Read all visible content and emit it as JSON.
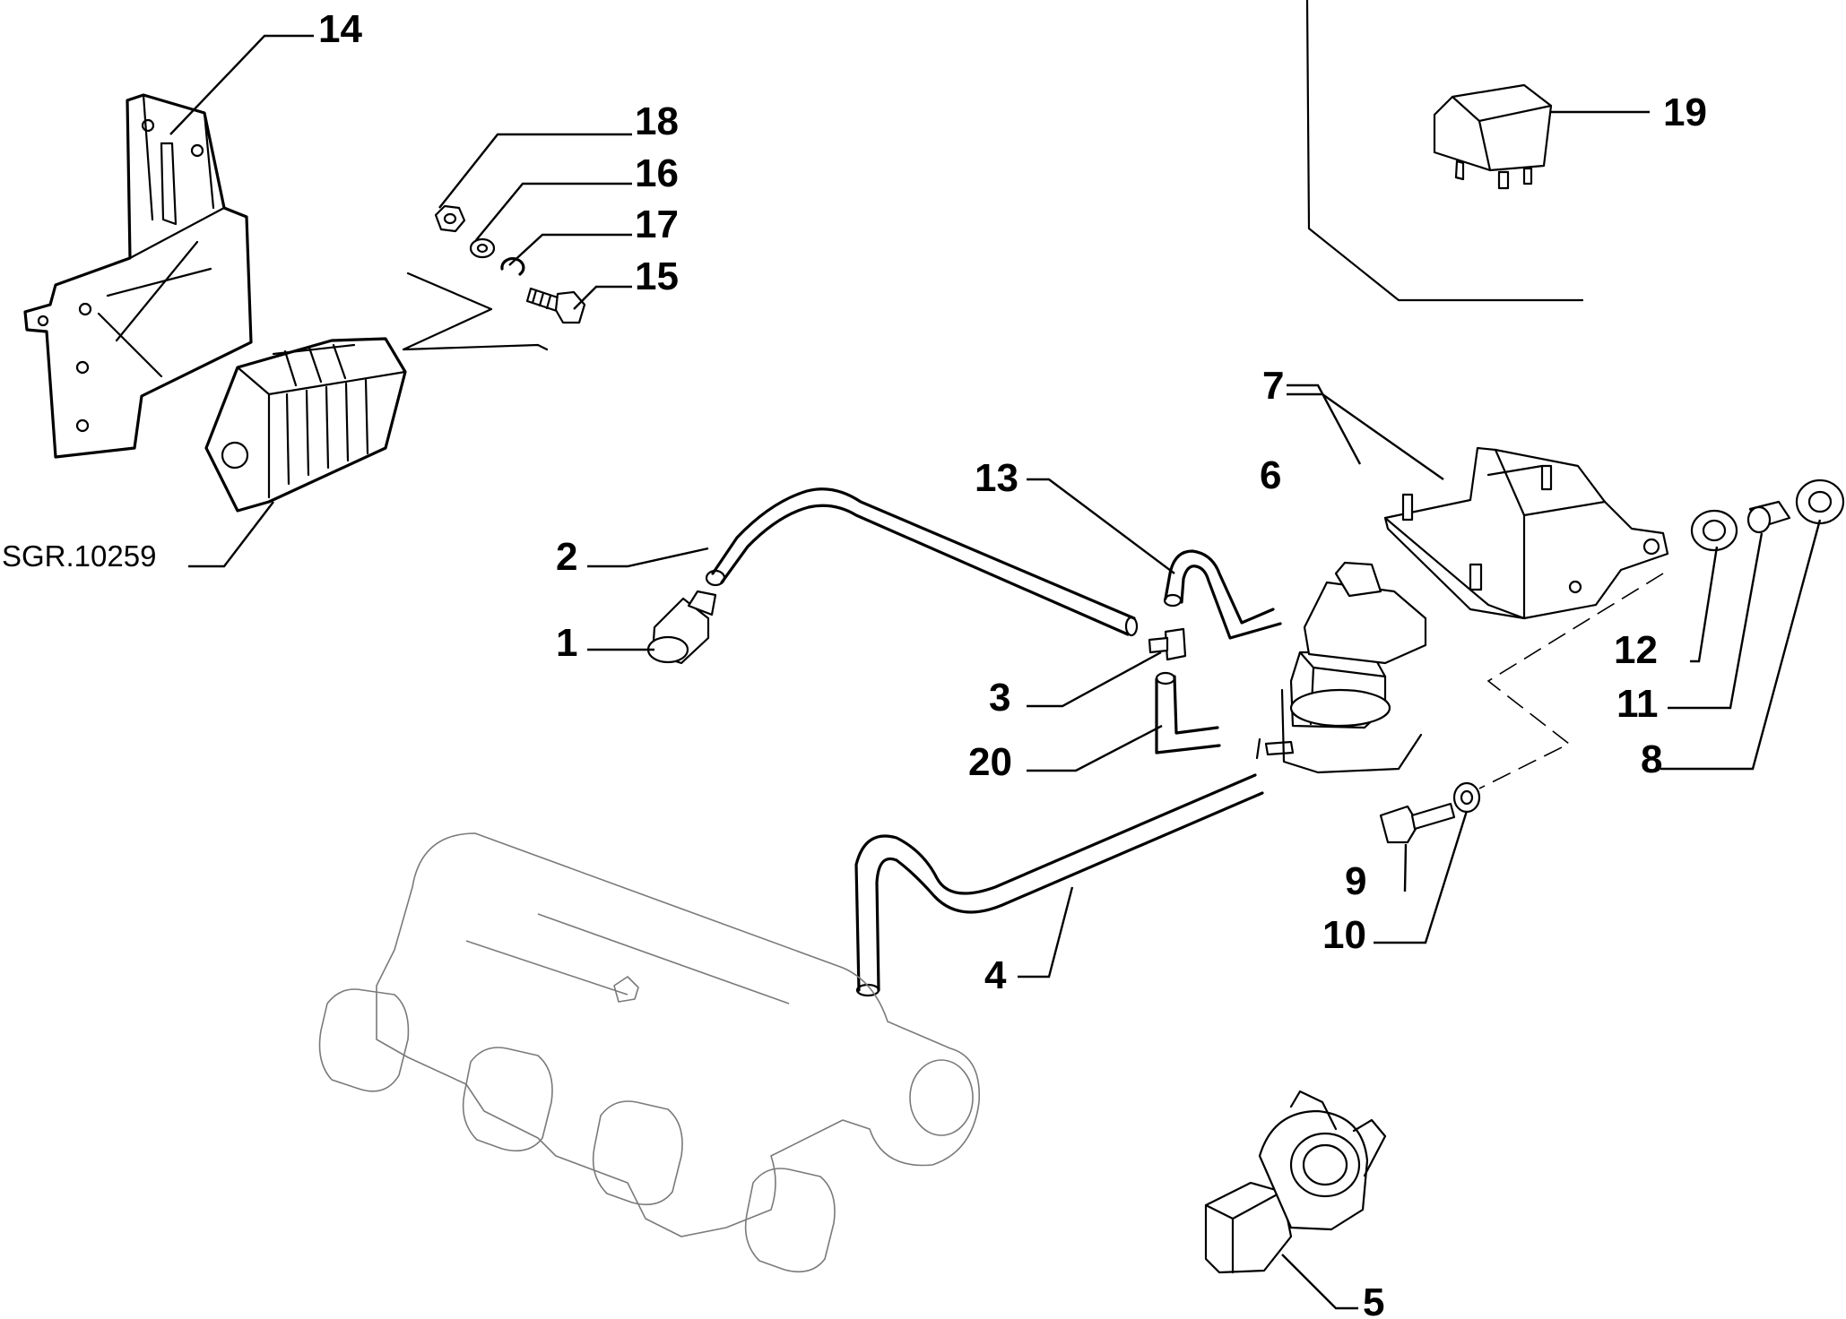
{
  "drawing": {
    "reference": "SGR.10259",
    "callouts": [
      {
        "id": "1",
        "text": "1"
      },
      {
        "id": "2",
        "text": "2"
      },
      {
        "id": "3",
        "text": "3"
      },
      {
        "id": "4",
        "text": "4"
      },
      {
        "id": "5",
        "text": "5"
      },
      {
        "id": "6",
        "text": "6"
      },
      {
        "id": "7",
        "text": "7"
      },
      {
        "id": "8",
        "text": "8"
      },
      {
        "id": "9",
        "text": "9"
      },
      {
        "id": "10",
        "text": "10"
      },
      {
        "id": "11",
        "text": "11"
      },
      {
        "id": "12",
        "text": "12"
      },
      {
        "id": "13",
        "text": "13"
      },
      {
        "id": "14",
        "text": "14"
      },
      {
        "id": "15",
        "text": "15"
      },
      {
        "id": "16",
        "text": "16"
      },
      {
        "id": "17",
        "text": "17"
      },
      {
        "id": "18",
        "text": "18"
      },
      {
        "id": "19",
        "text": "19"
      },
      {
        "id": "20",
        "text": "20"
      }
    ]
  }
}
